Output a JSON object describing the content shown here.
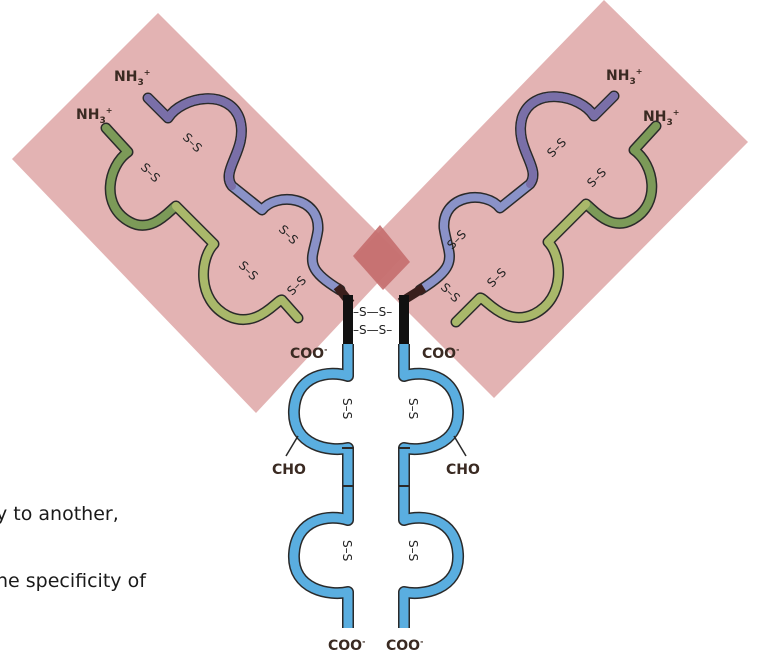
{
  "labels": {
    "nh3_outer_left": "NH3+",
    "nh3_inner_left": "NH3+",
    "nh3_outer_right": "NH3+",
    "nh3_inner_right": "NH3+",
    "nh3_base": "NH",
    "nh3_sub": "3",
    "nh3_sup": "+",
    "coo_light_left": "COO-",
    "coo_light_right": "COO-",
    "coo_heavy_left": "COO-",
    "coo_heavy_right": "COO-",
    "coo_base": "COO",
    "coo_sup": "-",
    "cho": "CHO",
    "disulfide": "S–S",
    "disulfide_hinge_top": "–S—S–",
    "disulfide_hinge_bottom": "–S—S–"
  },
  "side_text": {
    "line1": "y to another,",
    "line2": "he specificity of"
  },
  "colors": {
    "fab_region": "#d99a9a",
    "overlap": "#c46d6d",
    "heavy_variable": "#7a6fa8",
    "heavy_constant_fab": "#8a92c8",
    "light_variable": "#7c9a58",
    "light_constant": "#a9b86a",
    "fc_chain": "#5aaee0",
    "hinge": "#3a1f1c",
    "outline": "#2a2a2a"
  }
}
